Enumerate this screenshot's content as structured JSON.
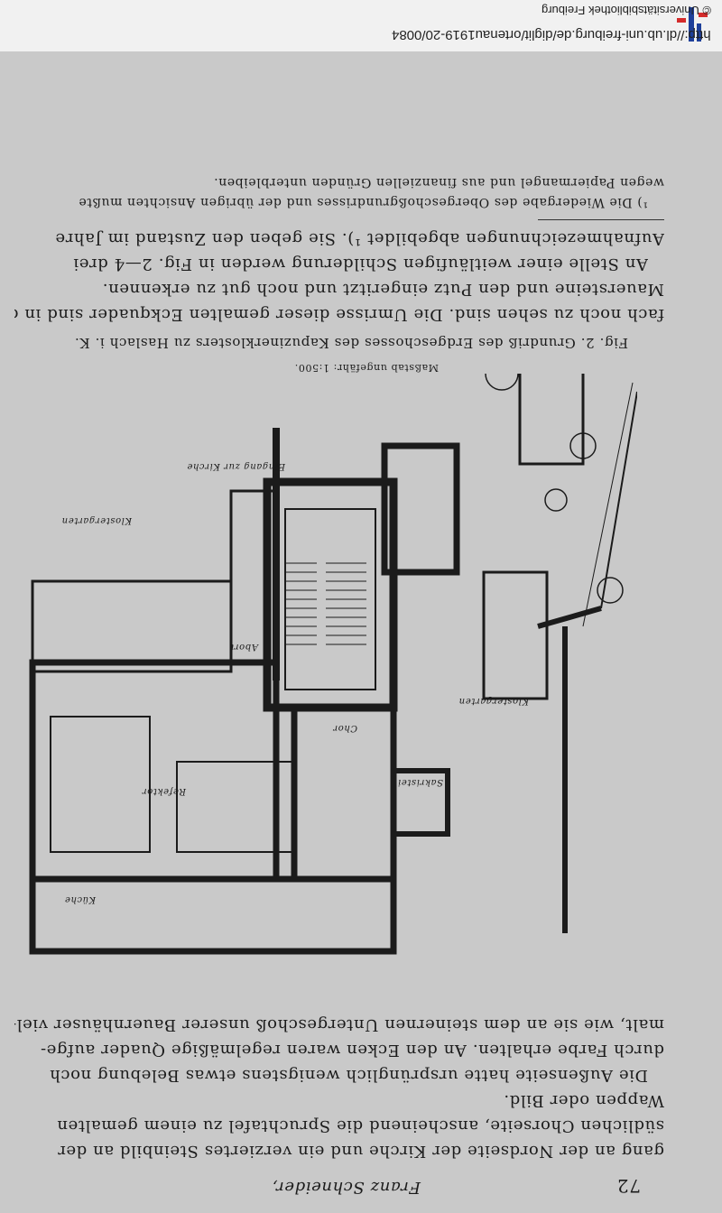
{
  "header": {
    "copyright": "© Universitätsbibliothek Freiburg",
    "url": "http://dl.ub.uni-freiburg.de/diglit/ortenau1919-20/0084"
  },
  "page": {
    "number": "72",
    "author": "Franz Schneider,",
    "para1": [
      "gang an der Nordseite der Kirche und ein verziertes Steinbild an der",
      "südlichen Chorseite, anscheinend die Spruchtafel zu einem gemalten",
      "Wappen oder Bild."
    ],
    "para2": [
      "Die Außenseite hatte ursprünglich wenigstens etwas Belebung noch",
      "durch Farbe erhalten. An den Ecken waren regelmäßige Quader aufge-",
      "malt, wie sie an dem steinernen Untergeschoß unserer Bauernhäuser viel-"
    ],
    "scale_note": "Maßstab ungefähr: 1:500.",
    "caption": "Fig. 2. Grundriß des Erdgeschosses des Kapuzinerklosters zu Haslach i. K.",
    "para3": [
      "fach noch zu sehen sind. Die Umrisse dieser gemalten Eckquader sind in die",
      "Mauersteine und den Putz eingeritzt und noch gut zu erkennen.",
      "An Stelle einer weitläufigen Schilderung werden in Fig. 2—4 drei",
      "Aufnahmezeichnungen abgebildet ¹). Sie geben den Zustand im Jahre"
    ],
    "footnote": [
      "¹) Die Wiedergabe des Obergeschoßgrundrisses und der übrigen Ansichten mußte",
      "wegen Papiermangel und aus finanziellen Gründen unterbleiben."
    ],
    "plan_labels": {
      "garden_left": "Klostergarten",
      "garden_right": "Klostergarten",
      "refectory": "Refektor",
      "kitchen": "Küche",
      "chapel": "Chor",
      "sacristy": "Sakristei",
      "entrance": "Eingang zur Kirche",
      "lavatory": "Abort"
    }
  },
  "colors": {
    "scan_bg": "#c9c9c9",
    "ink": "#1b1b1b",
    "logo_blue": "#1e3f9a",
    "logo_red": "#d42b2b"
  }
}
